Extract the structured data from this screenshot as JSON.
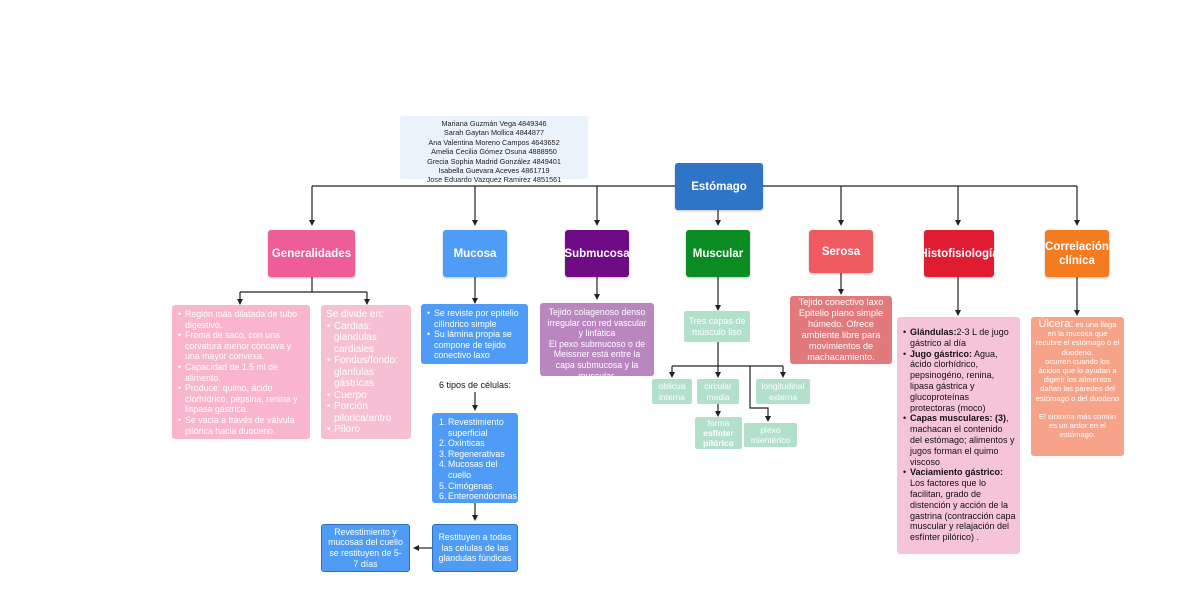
{
  "authors": [
    "Mariana Guzmán Vega 4849346",
    "Sarah Gaytan Mollica 4844877",
    "Ana Valentina Moreno Campos 4643652",
    "Amelia Cecilia Gómez Osuna 4888950",
    "Grecia Sophia Madrid González 4849401",
    "Isabella Guevara Aceves 4861719",
    "Jose Eduardo Vazquez Ramirez 4851561"
  ],
  "root": {
    "label": "Estómago",
    "color": "#2e75c7"
  },
  "generalidades": {
    "title": "Generalidades",
    "color": "#ef5d98",
    "left_items": [
      "Región más dilatada de tubo digestivo.",
      "Froma de saco, con una corvatura menor cóncava y una mayor convexa.",
      "Capacidad de 1.5 ml de alimento.",
      "Produce: quimo, ácido clorhídrico, pepsina, renina y lispasa gástrica.",
      "Se vacia a través de válvula pilórica hacia duodeno."
    ],
    "right_heading": "Se divide en:",
    "right_items": [
      "Cardias: glandulas cardiales",
      "Fondus/fondo: glanfulas gástricas",
      "Cuerpo",
      "Porción pilorica/antro",
      "Píloro"
    ]
  },
  "mucosa": {
    "title": "Mucosa",
    "color": "#4f9cf7",
    "items": [
      "Se reviste por epitelio cilíndrico simple",
      "Su lámina propia se compone de tejido conectivo laxo"
    ],
    "cell_types_label": "6 tipos de células:",
    "cell_types": [
      "Revestimiento superficial",
      "Oxínticas",
      "Regenerativas",
      "Mucosas del cuello",
      "Cimógenas",
      "Enteroendócrinas"
    ],
    "renewal": "Restituyen a todas las celulas de las glandulas fúndicas",
    "renewal_side": "Revestimiento y mucosas del cuello se restituyen de 5-7 días"
  },
  "submucosa": {
    "title": "Submucosa",
    "color": "#6e0b85",
    "text1": "Tejido colagenoso denso irregular con red vascular y linfática",
    "text2": "El pexo submucoso o de Meissner está entre la capa submucosa y la muscular."
  },
  "muscular": {
    "title": "Muscular",
    "color": "#0b8c22",
    "layers_label": "Tres capas de músculo liso",
    "layer_oblique": "oblicua interna",
    "layer_circular": "circular media",
    "layer_longitudinal": "longitudinal externa",
    "sphincter_prefix": "forma",
    "sphincter": "esfínter pilórico",
    "plexus": "plexo mientérico"
  },
  "serosa": {
    "title": "Serosa",
    "color": "#f05b62",
    "text": "Tejido conectivo laxo Epitelio plano simple húmedo. Ofrece ambiente libre para movimientos de machacamiento."
  },
  "histofisiologia": {
    "title": "Histofisiología",
    "color": "#e01c33",
    "items": [
      {
        "bold": "Glándulas:",
        "text": "2-3 L de jugo gástrico al día"
      },
      {
        "bold": "Jugo gástrico:",
        "text": " Agua, ácido clorhídrico, pepsinogéno, renina, lipasa gástrica y glucoproteínas protectoras (moco)"
      },
      {
        "bold": "Capas musculares: (3)",
        "text": ", machacan el contenido del estómago; alimentos y jugos forman el quimo viscoso"
      },
      {
        "bold": "Vaciamiento gástrico:",
        "text": " Los factores que lo facilitan, grado  de distención y acción de la gastrina (contracción capa muscular y relajación del esfínter pilórico) ."
      }
    ]
  },
  "correlacion": {
    "title": "Correlación clínica",
    "color": "#f47b20",
    "heading": "Úlcera:",
    "text1": "es una llaga en la mucosa que recubre el estómago o el duodeno.",
    "text2": "ocurren cuando los ácidos que lo ayudan a digerir los alimentos dañan las paredes del estómago o del duodeno",
    "text3": "El síntoma más común es un ardor en el estómago."
  }
}
